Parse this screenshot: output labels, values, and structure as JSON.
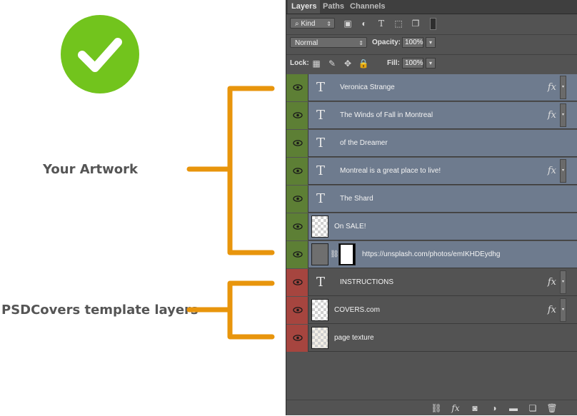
{
  "annotations": {
    "artwork_label": "Your Artwork",
    "template_label": "PSDCovers template layers",
    "check_color": "#72c41d",
    "bracket_color": "#e8950c"
  },
  "panel": {
    "tabs": [
      "Layers",
      "Paths",
      "Channels"
    ],
    "filter": {
      "label": "Kind"
    },
    "blend_mode": "Normal",
    "opacity_label": "Opacity:",
    "opacity_value": "100%",
    "lock_label": "Lock:",
    "fill_label": "Fill:",
    "fill_value": "100%"
  },
  "layers": [
    {
      "name": "Veronica Strange",
      "kind": "text",
      "fx": "fx",
      "group": "artwork"
    },
    {
      "name": "The Winds of Fall in Montreal",
      "kind": "text",
      "fx": "fx",
      "group": "artwork"
    },
    {
      "name": "of the Dreamer",
      "kind": "text",
      "fx": "",
      "group": "artwork"
    },
    {
      "name": "Montreal is a great place to live!",
      "kind": "text",
      "fx": "fx",
      "group": "artwork"
    },
    {
      "name": "The Shard",
      "kind": "text",
      "fx": "",
      "group": "artwork"
    },
    {
      "name": "On SALE!",
      "kind": "smart",
      "fx": "",
      "group": "artwork"
    },
    {
      "name": "https://unsplash.com/photos/emIKHDEydhg",
      "kind": "masked-photo",
      "fx": "",
      "group": "artwork"
    },
    {
      "name": "INSTRUCTIONS",
      "kind": "text",
      "fx": "fx",
      "group": "template"
    },
    {
      "name": "COVERS.com",
      "kind": "smart",
      "fx": "fx",
      "group": "template"
    },
    {
      "name": "page texture",
      "kind": "texture",
      "fx": "",
      "group": "template"
    }
  ],
  "footer_icons": [
    "link-icon",
    "fx-icon",
    "mask-icon",
    "adjustment-icon",
    "folder-icon",
    "new-layer-icon",
    "trash-icon"
  ]
}
